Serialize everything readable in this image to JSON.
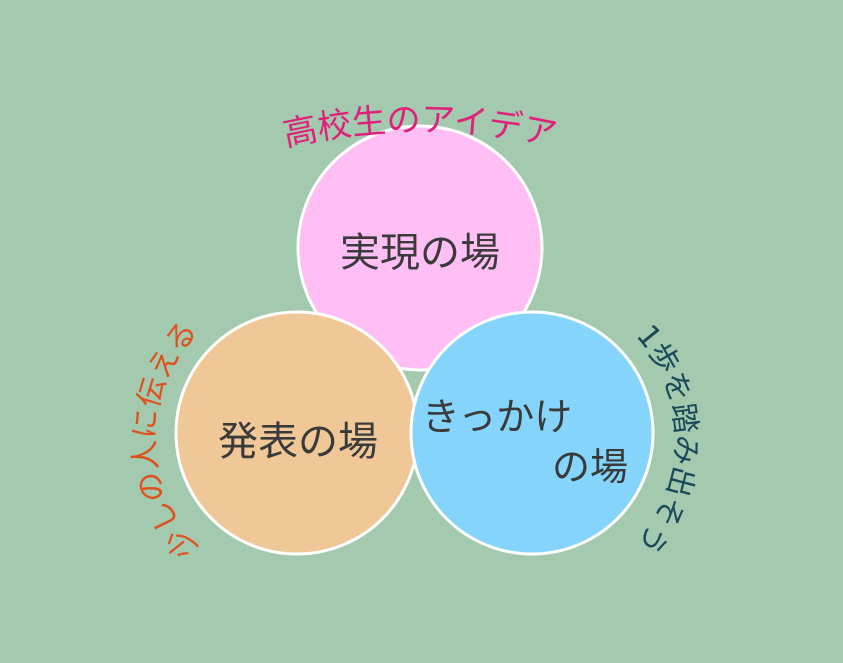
{
  "colors": {
    "background": "#a3c9ae",
    "circle_top": "#ffbff5",
    "circle_left": "#f0c898",
    "circle_right": "#84d4fc",
    "label_top": "#e0207a",
    "label_left": "#e0501e",
    "label_right": "#1a4a5a"
  },
  "circles": {
    "top": {
      "label": "実現の場"
    },
    "left": {
      "label": "発表の場"
    },
    "right": {
      "label_line1": "きっかけ",
      "label_line2": "の場"
    }
  },
  "arc_labels": {
    "top": "高校生のアイデア",
    "left": "少しの人に伝える",
    "right": "1歩を踏み出そう"
  }
}
